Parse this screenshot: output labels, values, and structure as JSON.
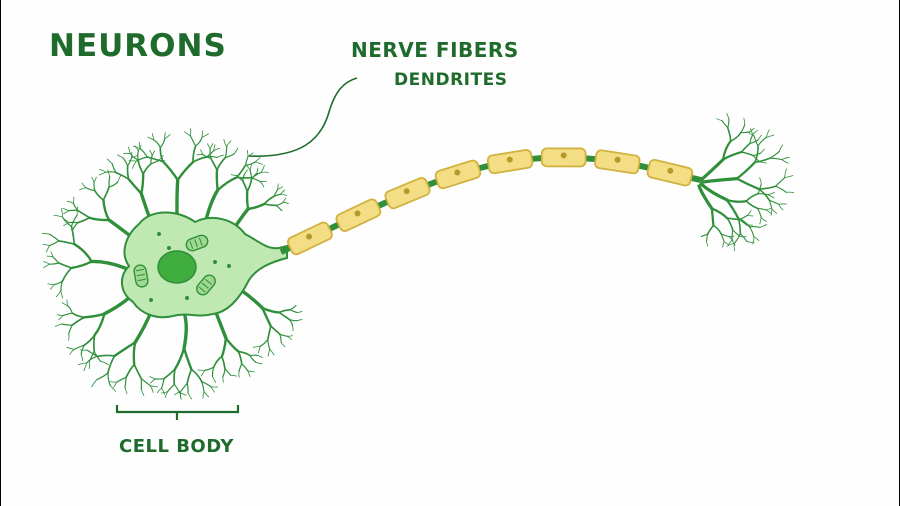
{
  "title": "Neurons",
  "labels": {
    "nerve_fibers": "Nerve Fibers",
    "dendrites": "Dendrites",
    "cell_body": "Cell Body"
  },
  "colors": {
    "label": "#1f6b2c",
    "neuron_fill": "#bfe8b3",
    "neuron_stroke": "#2f8f3a",
    "nucleus": "#3fae3f",
    "myelin_fill": "#f3de86",
    "myelin_stroke": "#d1b23e",
    "myelin_nucleus": "#b59a2a",
    "pointer_line": "#1f6b2c"
  }
}
